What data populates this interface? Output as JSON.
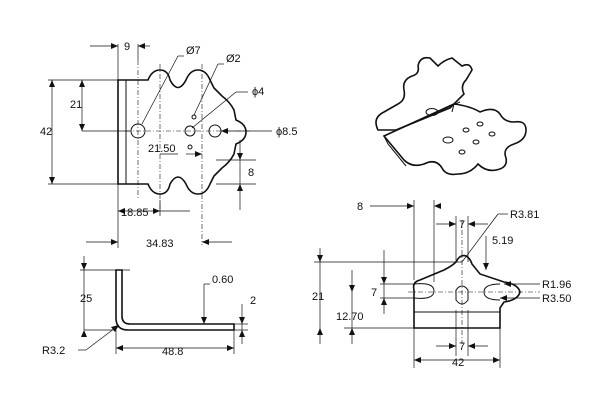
{
  "top_view": {
    "dim_width_top": "9",
    "dia_large": "Ø7",
    "dia_small": "Ø2",
    "height_half": "21",
    "height_total": "42",
    "dia_medium": "ϕ4",
    "dia_side": "ϕ8.5",
    "hole_spacing": "21.50",
    "tab_height": "8",
    "offset_a": "18.85",
    "offset_b": "34.83"
  },
  "side_view": {
    "thickness_note": "0.60",
    "height": "25",
    "thickness": "2",
    "bend_radius": "R3.2",
    "length": "48.8"
  },
  "front_view": {
    "left_offset": "8",
    "top_radius": "R3.81",
    "slot_width_top": "7",
    "slot_depth": "5.19",
    "side_radius": "R1.96",
    "side_radius_b": "R3.50",
    "height_total": "21",
    "height_mid": "7",
    "height_base": "12.70",
    "base_slot": "7",
    "base_width": "42"
  }
}
